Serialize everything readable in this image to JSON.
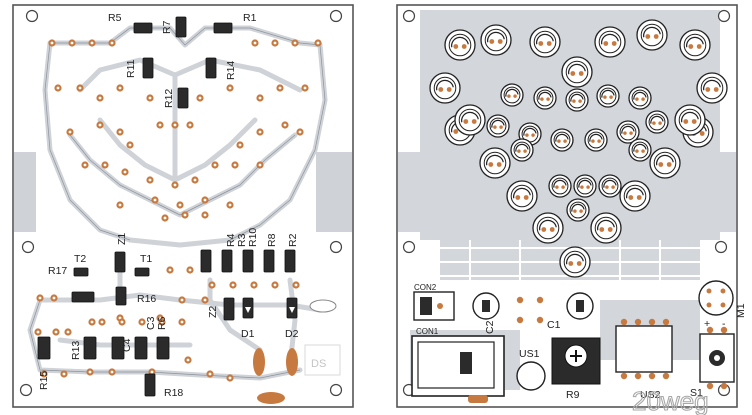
{
  "colors": {
    "board": "#ffffff",
    "outline": "#444444",
    "trace": "#cfd3d8",
    "trace_stroke": "#9aa0a8",
    "pad": "#c77a40",
    "pad_hole": "#ffffff",
    "component": "#2b2b2b",
    "silk": "#222222",
    "watermark": "#b8b8b8"
  },
  "left_board": {
    "labels": {
      "R5": "R5",
      "R7": "R7",
      "R1": "R1",
      "R11": "R11",
      "R14": "R14",
      "R12": "R12",
      "Z1": "Z1",
      "R4": "R4",
      "R3": "R3",
      "R10": "R10",
      "R8": "R8",
      "R2": "R2",
      "T2": "T2",
      "T1": "T1",
      "R17": "R17",
      "R16": "R16",
      "Z2": "Z2",
      "C3": "C3",
      "R6": "R6",
      "D1": "D1",
      "D2": "D2",
      "R13": "R13",
      "C4": "C4",
      "R15": "R15",
      "R18": "R18",
      "DS": "DS"
    }
  },
  "right_board": {
    "labels": {
      "CON2": "CON2",
      "CON1": "CON1",
      "C1": "C1",
      "C2": "C2",
      "US1": "US1",
      "R9": "R9",
      "US2": "US2",
      "M1": "M1",
      "S1": "S1",
      "plus": "+",
      "minus": "-"
    }
  },
  "watermark": "20weg"
}
